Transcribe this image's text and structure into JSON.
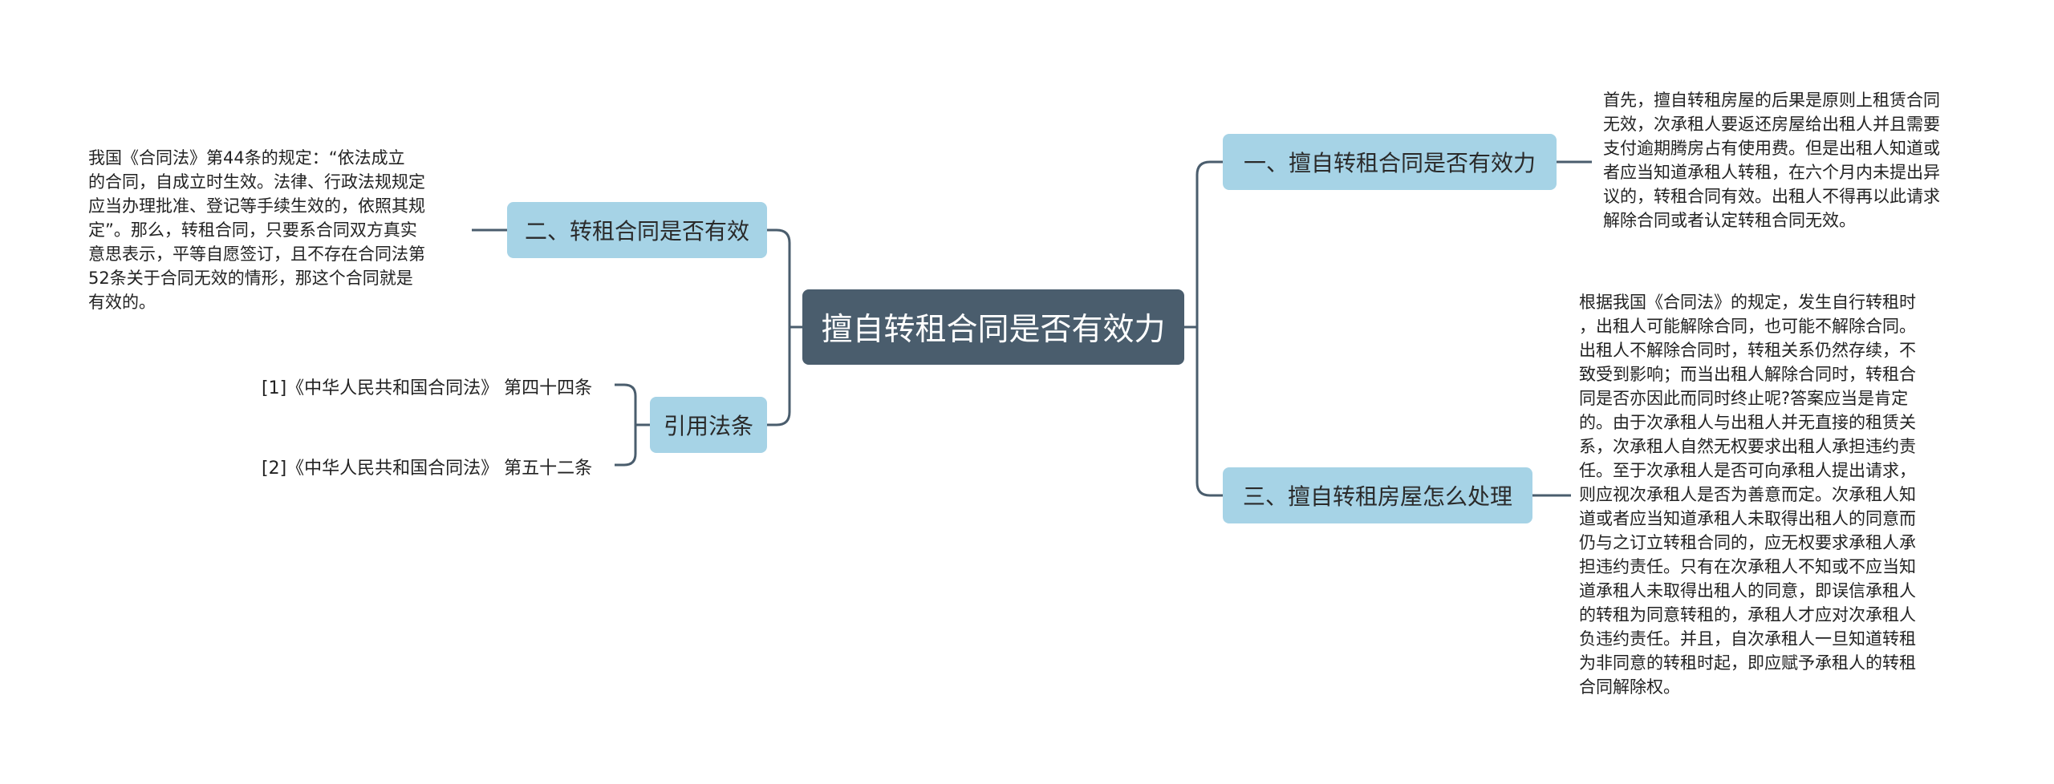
{
  "root": {
    "title": "擅自转租合同是否有效力"
  },
  "branches": {
    "b1": {
      "label": "一、擅自转租合同是否有效力"
    },
    "b2": {
      "label": "二、转租合同是否有效"
    },
    "b3": {
      "label": "三、擅自转租房屋怎么处理"
    },
    "b4": {
      "label": "引用法条"
    }
  },
  "leaves": {
    "b1": [
      "首先，擅自转租房屋的后果是原则上租赁合同",
      "无效，次承租人要返还房屋给出租人并且需要",
      "支付逾期腾房占有使用费。但是出租人知道或",
      "者应当知道承租人转租，在六个月内未提出异",
      "议的，转租合同有效。出租人不得再以此请求",
      "解除合同或者认定转租合同无效。"
    ],
    "b2": [
      "我国《合同法》第44条的规定：“依法成立",
      "的合同，自成立时生效。法律、行政法规规定",
      "应当办理批准、登记等手续生效的，依照其规",
      "定”。那么，转租合同，只要系合同双方真实",
      "意思表示，平等自愿签订，且不存在合同法第",
      "52条关于合同无效的情形，那这个合同就是",
      "有效的。"
    ],
    "b3": [
      "根据我国《合同法》的规定，发生自行转租时",
      "，出租人可能解除合同，也可能不解除合同。",
      "出租人不解除合同时，转租关系仍然存续，不",
      "致受到影响；而当出租人解除合同时，转租合",
      "同是否亦因此而同时终止呢?答案应当是肯定",
      "的。由于次承租人与出租人并无直接的租赁关",
      "系，次承租人自然无权要求出租人承担违约责",
      "任。至于次承租人是否可向承租人提出请求，",
      "则应视次承租人是否为善意而定。次承租人知",
      "道或者应当知道承租人未取得出租人的同意而",
      "仍与之订立转租合同的，应无权要求承租人承",
      "担违约责任。只有在次承租人不知或不应当知",
      "道承租人未取得出租人的同意，即误信承租人",
      "的转租为同意转租的，承租人才应对次承租人",
      "负违约责任。并且，自次承租人一旦知道转租",
      "为非同意的转租时起，即应赋予承租人的转租",
      "合同解除权。"
    ],
    "b4": [
      "[1]《中华人民共和国合同法》 第四十四条",
      "[2]《中华人民共和国合同法》 第五十二条"
    ]
  },
  "colors": {
    "root_bg": "#4a5d6d",
    "branch_bg": "#a6d3e6",
    "link": "#4a5d6d"
  }
}
